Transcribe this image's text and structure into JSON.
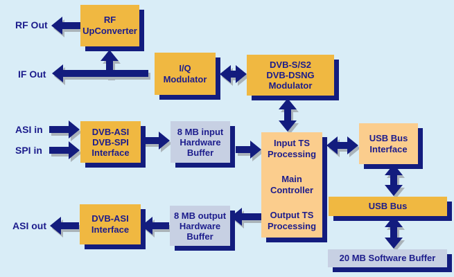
{
  "colors": {
    "background": "#d9edf7",
    "box_gold": "#f0b841",
    "box_peach": "#fbcd8d",
    "box_lavender": "#c7d0e3",
    "shadow_navy": "#131c7e",
    "text_navy": "#1c1c8c",
    "arrow_navy": "#131c7e",
    "arrow_shadow_gray": "#aab3b9"
  },
  "labels": {
    "rf_out": "RF Out",
    "if_out": "IF Out",
    "asi_in": "ASI in",
    "spi_in": "SPI in",
    "asi_out": "ASI out"
  },
  "boxes": {
    "rf_upconverter": {
      "lines": [
        "RF",
        "UpConverter"
      ]
    },
    "iq_modulator": {
      "lines": [
        "I/Q",
        "Modulator"
      ]
    },
    "dvb_s_modulator": {
      "lines": [
        "DVB-S/S2",
        "DVB-DSNG",
        "Modulator"
      ]
    },
    "dvb_asi_spi_interface": {
      "lines": [
        "DVB-ASI",
        "DVB-SPI",
        "Interface"
      ]
    },
    "input_buffer": {
      "lines": [
        "8 MB input",
        "Hardware",
        "Buffer"
      ]
    },
    "main_controller": {
      "sections": [
        {
          "lines": [
            "Input TS",
            "Processing"
          ]
        },
        {
          "lines": [
            "Main",
            "Controller"
          ]
        },
        {
          "lines": [
            "Output TS",
            "Processing"
          ]
        }
      ]
    },
    "usb_bus_interface": {
      "lines": [
        "USB Bus",
        "Interface"
      ]
    },
    "usb_bus": {
      "lines": [
        "USB Bus"
      ]
    },
    "software_buffer": {
      "lines": [
        "20 MB Software Buffer"
      ]
    },
    "dvb_asi_interface": {
      "lines": [
        "DVB-ASI",
        "Interface"
      ]
    },
    "output_buffer": {
      "lines": [
        "8 MB output",
        "Hardware",
        "Buffer"
      ]
    }
  }
}
